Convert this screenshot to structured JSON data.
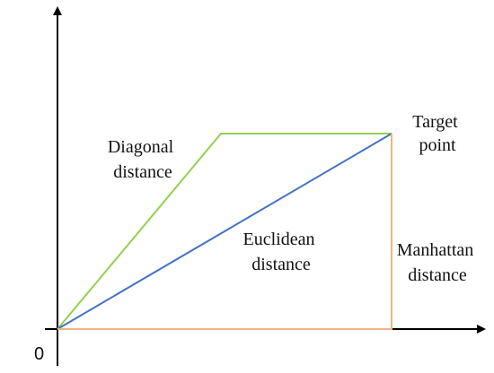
{
  "origin_label": "0",
  "labels": {
    "diagonal": [
      "Diagonal",
      "distance"
    ],
    "euclidean": [
      "Euclidean",
      "distance"
    ],
    "manhattan": [
      "Manhattan",
      "distance"
    ],
    "target": [
      "Target",
      "point"
    ]
  },
  "colors": {
    "axis": "#000000",
    "diagonal": "#92d050",
    "euclidean": "#4472c4",
    "manhattan": "#f4b183"
  }
}
